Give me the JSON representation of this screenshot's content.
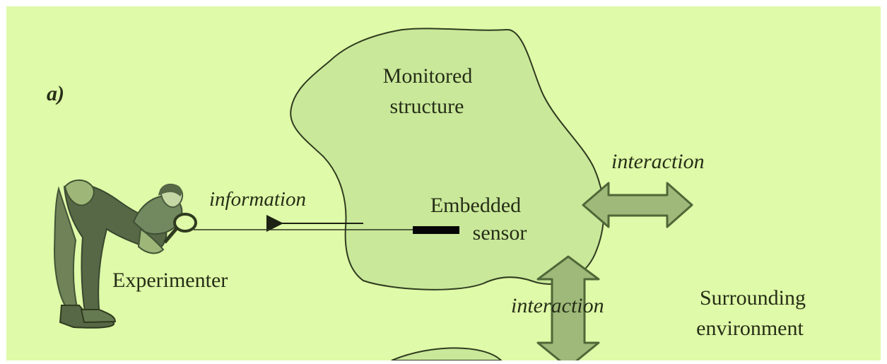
{
  "diagram": {
    "panel_label": "a)",
    "structure_label_line_1": "Monitored",
    "structure_label_line_2": "structure",
    "sensor_label_line_1": "Embedded",
    "sensor_label_line_2": "sensor",
    "information_label": "information",
    "interaction_label_right": "interaction",
    "interaction_label_bottom": "interaction",
    "experimenter_label": "Experimenter",
    "environment_label_line_1": "Surrounding",
    "environment_label_line_2": "environment"
  },
  "colors": {
    "background": "#dffaa8",
    "structure_fill": "#c9e89a",
    "structure_stroke": "#2f3b1f",
    "arrow_fill": "#9eb979",
    "arrow_stroke": "#4f6738",
    "text": "#262e17",
    "sensor": "#050505",
    "person_dark": "#566845",
    "person_light": "#9eb678"
  },
  "icons": {
    "experimenter": "person-with-magnifying-glass-icon",
    "sensor": "embedded-sensor-bar-icon",
    "information_arrow": "left-arrow-icon",
    "interaction_right": "horizontal-double-arrow-icon",
    "interaction_bottom": "vertical-double-arrow-icon"
  }
}
